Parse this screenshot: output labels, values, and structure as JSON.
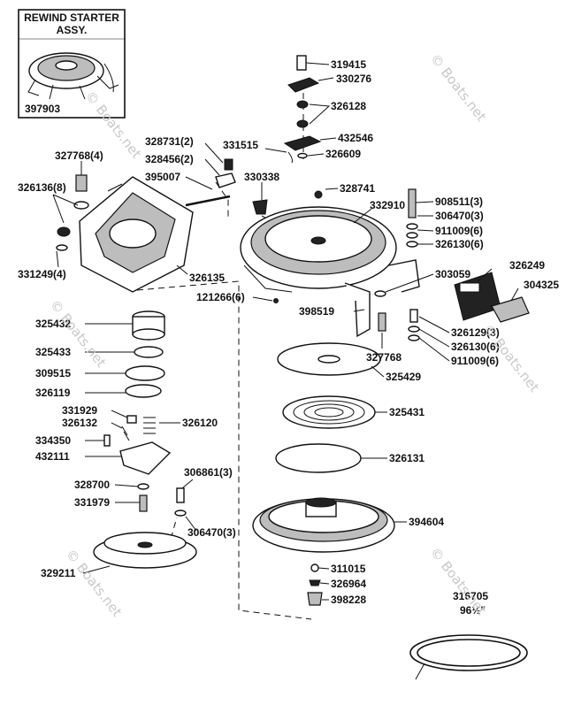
{
  "inset": {
    "title_line1": "REWIND STARTER",
    "title_line2": "ASSY.",
    "part_number": "397903"
  },
  "watermark": "© Boats.net",
  "parts": [
    {
      "id": "319415"
    },
    {
      "id": "330276"
    },
    {
      "id": "326128"
    },
    {
      "id": "432546"
    },
    {
      "id": "331515"
    },
    {
      "id": "326609"
    },
    {
      "id": "328731(2)"
    },
    {
      "id": "328456(2)"
    },
    {
      "id": "327768(4)"
    },
    {
      "id": "395007"
    },
    {
      "id": "330338"
    },
    {
      "id": "328741"
    },
    {
      "id": "908511(3)"
    },
    {
      "id": "332910"
    },
    {
      "id": "306470(3)"
    },
    {
      "id": "911009(6)"
    },
    {
      "id": "326130(6)"
    },
    {
      "id": "326136(8)"
    },
    {
      "id": "331249(4)"
    },
    {
      "id": "326135"
    },
    {
      "id": "303059"
    },
    {
      "id": "326249"
    },
    {
      "id": "304325"
    },
    {
      "id": "121266(6)"
    },
    {
      "id": "398519"
    },
    {
      "id": "326129(3)"
    },
    {
      "id": "325432"
    },
    {
      "id": "327768"
    },
    {
      "id": "326130(6)"
    },
    {
      "id": "911009(6)"
    },
    {
      "id": "325433"
    },
    {
      "id": "309515"
    },
    {
      "id": "325429"
    },
    {
      "id": "326119"
    },
    {
      "id": "325431"
    },
    {
      "id": "331929"
    },
    {
      "id": "326132"
    },
    {
      "id": "326120"
    },
    {
      "id": "334350"
    },
    {
      "id": "432111"
    },
    {
      "id": "326131"
    },
    {
      "id": "306861(3)"
    },
    {
      "id": "328700"
    },
    {
      "id": "331979"
    },
    {
      "id": "394604"
    },
    {
      "id": "306470(3)"
    },
    {
      "id": "329211"
    },
    {
      "id": "311015"
    },
    {
      "id": "326964"
    },
    {
      "id": "398228"
    },
    {
      "id": "316705"
    },
    {
      "id": "96½\""
    }
  ]
}
